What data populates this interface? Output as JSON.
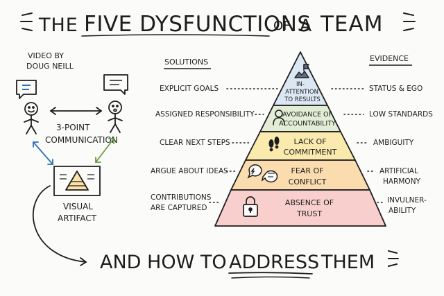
{
  "title": {
    "prefix": "THE",
    "main": "FIVE DYSFUNCTIONS",
    "of": "OF",
    "a": "A",
    "team": "TEAM"
  },
  "subtitle": {
    "part1": "AND HOW TO",
    "emphasis": "ADDRESS",
    "part2": "THEM"
  },
  "credit": {
    "line1": "VIDEO BY",
    "line2": "DOUG NEILL"
  },
  "left": {
    "communication_line1": "3-POINT",
    "communication_line2": "COMMUNICATION",
    "artifact_line1": "VISUAL",
    "artifact_line2": "ARTIFACT"
  },
  "columns": {
    "solutions": "SOLUTIONS",
    "evidence": "EVIDENCE"
  },
  "levels": [
    {
      "label_lines": [
        "IN-",
        "ATTENTION",
        "TO RESULTS"
      ],
      "solution_lines": [
        "EXPLICIT GOALS"
      ],
      "evidence_lines": [
        "STATUS & EGO"
      ],
      "color": "#dbe7f3",
      "icon": "flag-summit-icon"
    },
    {
      "label_lines": [
        "AVOIDANCE OF",
        "ACCOUNTABILITY"
      ],
      "solution_lines": [
        "ASSIGNED RESPONSIBILITY"
      ],
      "evidence_lines": [
        "LOW STANDARDS"
      ],
      "color": "#e3edd6",
      "icon": "hiding-person-icon"
    },
    {
      "label_lines": [
        "LACK OF",
        "COMMITMENT"
      ],
      "solution_lines": [
        "CLEAR NEXT STEPS"
      ],
      "evidence_lines": [
        "AMBIGUITY"
      ],
      "color": "#fbeaae",
      "icon": "footprints-icon"
    },
    {
      "label_lines": [
        "FEAR OF",
        "CONFLICT"
      ],
      "solution_lines": [
        "ARGUE ABOUT IDEAS"
      ],
      "evidence_lines": [
        "ARTIFICIAL",
        "HARMONY"
      ],
      "color": "#fbdcae",
      "icon": "speech-bubbles-icon"
    },
    {
      "label_lines": [
        "ABSENCE OF",
        "TRUST"
      ],
      "solution_lines": [
        "CONTRIBUTIONS",
        "ARE CAPTURED"
      ],
      "evidence_lines": [
        "INVULNER-",
        "ABILITY"
      ],
      "color": "#f8cfcc",
      "icon": "padlock-icon"
    }
  ]
}
